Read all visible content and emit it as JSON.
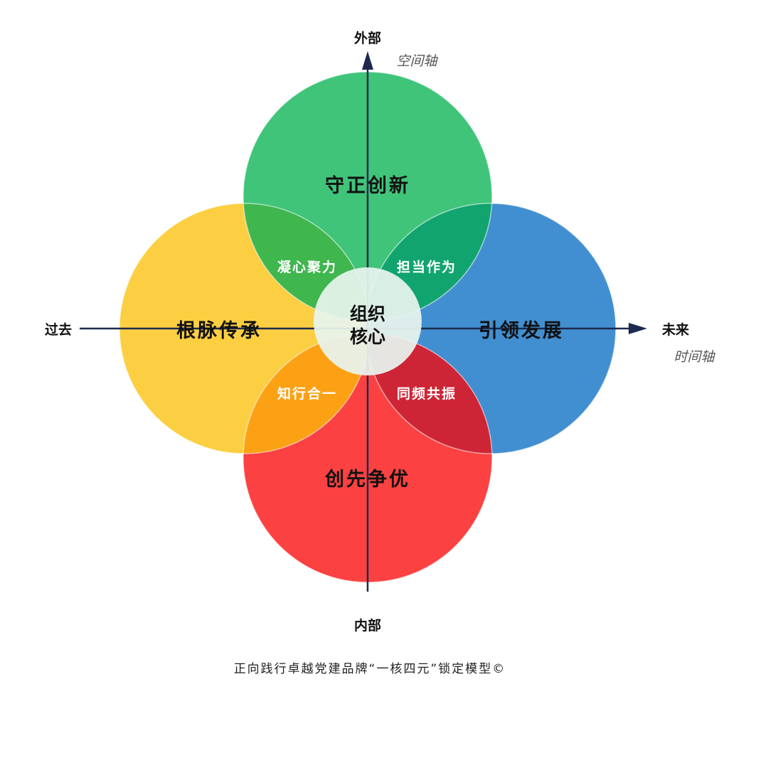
{
  "colors": {
    "top": "#40c47a",
    "left": "#fccf42",
    "right": "#418fd0",
    "bottom": "#fb4141",
    "top_left": "#3fb64e",
    "top_right": "#11a46f",
    "bottom_left": "#fca114",
    "bottom_right": "#ce2536",
    "core": "#e8f4ee",
    "axis": "#1b2a4e"
  },
  "circles": {
    "top": "守正创新",
    "left": "根脉传承",
    "right": "引领发展",
    "bottom": "创先争优"
  },
  "overlaps": {
    "top_left": "凝心聚力",
    "top_right": "担当作为",
    "bottom_left": "知行合一",
    "bottom_right": "同频共振"
  },
  "core": {
    "line1": "组织",
    "line2": "核心"
  },
  "axes": {
    "vertical": {
      "top_end": "外部",
      "bottom_end": "内部",
      "name": "空间轴"
    },
    "horizontal": {
      "left_end": "过去",
      "right_end": "未来",
      "name": "时间轴"
    }
  },
  "caption": "正向践行卓越党建品牌“一核四元”锁定模型©"
}
